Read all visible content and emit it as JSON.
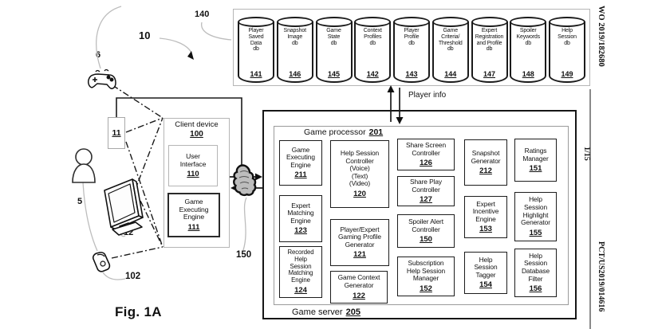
{
  "margin": {
    "top_right": "WO 2019/182680",
    "page_indicator": "1/15",
    "bottom_right": "PCT/US2019/014616"
  },
  "figure": {
    "label": "Fig. 1A"
  },
  "annotations": {
    "system_ref": "10",
    "databases_ref": "140",
    "controller_ref": "6",
    "tablet_ref": "11",
    "player_ref": "5",
    "monitor_ref": "12",
    "hmd_ref": "102",
    "network_ref": "150"
  },
  "connections": {
    "player_info": "Player info"
  },
  "databases": {
    "items": [
      {
        "label": "Player\nSaved\nData\ndb",
        "num": "141"
      },
      {
        "label": "Snapshot\nImage\ndb",
        "num": "146"
      },
      {
        "label": "Game\nState\ndb",
        "num": "145"
      },
      {
        "label": "Context\nProfiles\ndb",
        "num": "142"
      },
      {
        "label": "Player\nProfile\ndb",
        "num": "143"
      },
      {
        "label": "Game\nCriteria/\nThreshold\ndb",
        "num": "144"
      },
      {
        "label": "Expert\nRegistration\nand Profile\ndb",
        "num": "147"
      },
      {
        "label": "Spoiler\nKeywords\ndb",
        "num": "148"
      },
      {
        "label": "Help\nSession\ndb",
        "num": "149"
      }
    ]
  },
  "client_device": {
    "title": "Client device",
    "num": "100",
    "user_interface": {
      "label": "User\nInterface",
      "num": "110"
    },
    "game_executing_engine": {
      "label": "Game\nExecuting\nEngine",
      "num": "111"
    }
  },
  "game_server": {
    "title": "Game server",
    "num": "205",
    "game_processor": {
      "title": "Game processor",
      "num": "201",
      "modules": {
        "m211": {
          "label": "Game\nExecuting\nEngine",
          "num": "211"
        },
        "m123": {
          "label": "Expert\nMatching\nEngine",
          "num": "123"
        },
        "m124": {
          "label": "Recorded\nHelp\nSession\nMatching\nEngine",
          "num": "124"
        },
        "m120": {
          "label": "Help Session\nController\n(Voice)\n(Text)\n(Video)",
          "num": "120"
        },
        "m121": {
          "label": "Player/Expert\nGaming Profile\nGenerator",
          "num": "121"
        },
        "m122": {
          "label": "Game Context\nGenerator",
          "num": "122"
        },
        "m126": {
          "label": "Share Screen\nController",
          "num": "126"
        },
        "m127": {
          "label": "Share Play\nController",
          "num": "127"
        },
        "m150": {
          "label": "Spoiler Alert\nController",
          "num": "150"
        },
        "m152": {
          "label": "Subscription\nHelp Session\nManager",
          "num": "152"
        },
        "m212": {
          "label": "Snapshot\nGenerator",
          "num": "212"
        },
        "m153": {
          "label": "Expert\nIncentive\nEngine",
          "num": "153"
        },
        "m154": {
          "label": "Help\nSession\nTagger",
          "num": "154"
        },
        "m151": {
          "label": "Ratings\nManager",
          "num": "151"
        },
        "m155": {
          "label": "Help\nSession\nHighlight\nGenerator",
          "num": "155"
        },
        "m156": {
          "label": "Help\nSession\nDatabase\nFilter",
          "num": "156"
        }
      }
    }
  }
}
